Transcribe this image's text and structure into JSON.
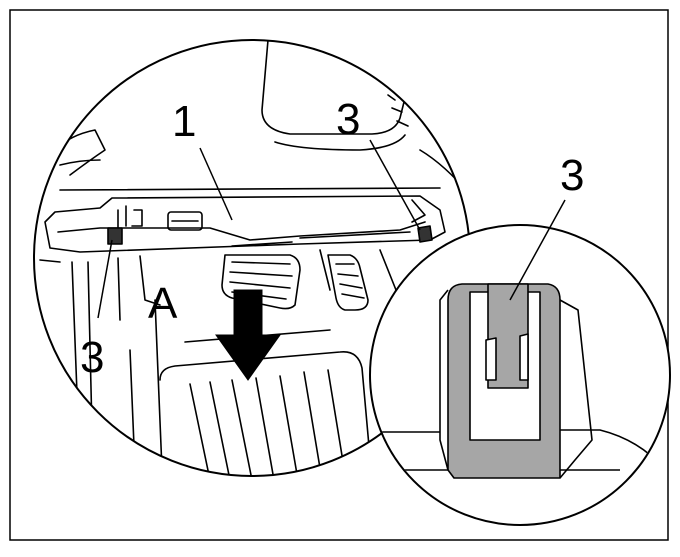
{
  "labels": {
    "part_1": "1",
    "part_3_top": "3",
    "part_3_left": "3",
    "part_3_detail": "3",
    "direction_a": "A"
  },
  "colors": {
    "line": "#000000",
    "background": "#ffffff",
    "clip_fill": "#a6a6a6",
    "panel_fill": "#e6e6e6",
    "clip_dark": "#333333"
  },
  "icons": {
    "direction": "down-arrow-icon"
  }
}
